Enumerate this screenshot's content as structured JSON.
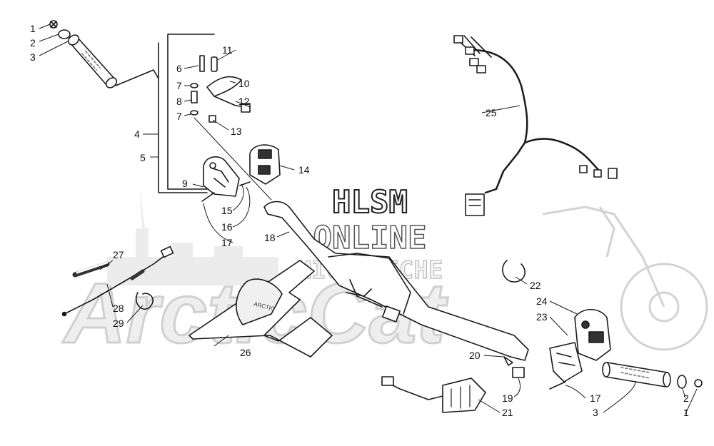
{
  "watermark": {
    "line1": "HLSM",
    "line2": "ONLINE",
    "line3": "MICROFICHE",
    "brand": "ArcticCat"
  },
  "callouts": {
    "c1": "1",
    "c2": "2",
    "c3": "3",
    "c4": "4",
    "c5": "5",
    "c6": "6",
    "c7a": "7",
    "c7b": "7",
    "c8": "8",
    "c9": "9",
    "c10": "10",
    "c11": "11",
    "c12": "12",
    "c13": "13",
    "c14": "14",
    "c15": "15",
    "c16": "16",
    "c17": "17",
    "c18": "18",
    "c20": "20",
    "c22": "22",
    "c23": "23",
    "c24": "24",
    "c25": "25",
    "c26": "26",
    "c27": "27",
    "c28": "28",
    "c29": "29",
    "r1": "1",
    "r2": "2",
    "r3": "3",
    "r17": "17",
    "r19": "19",
    "r21": "21"
  },
  "colors": {
    "line": "#1a1a1a",
    "watermark": "#cfcfcf",
    "background": "#ffffff"
  }
}
